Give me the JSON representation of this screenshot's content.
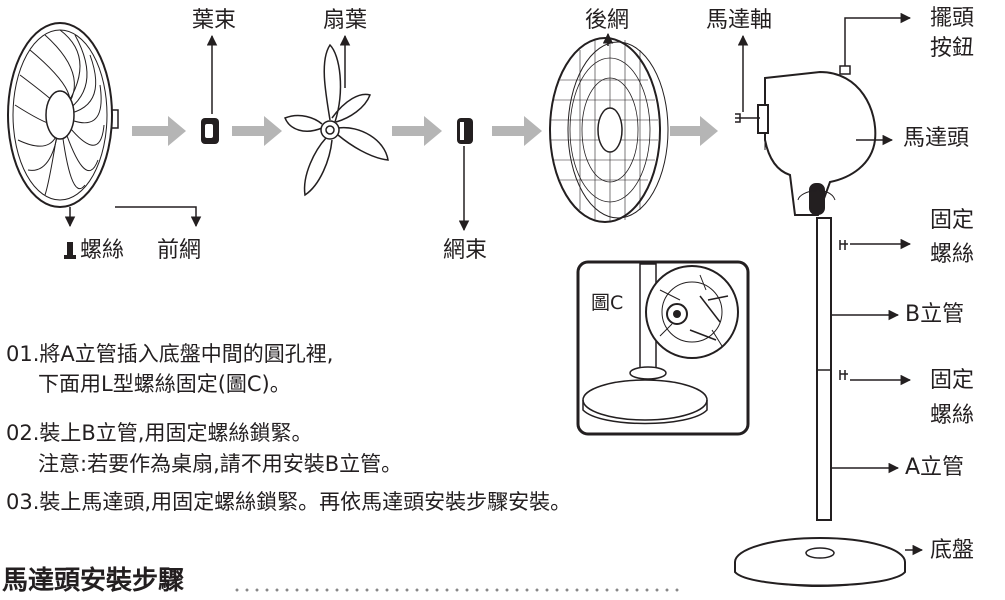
{
  "parts": {
    "leaf_hub": "葉束",
    "blade": "扇葉",
    "rear_grill": "後網",
    "motor_shaft": "馬達軸",
    "oscillation_button_line1": "擺頭",
    "oscillation_button_line2": "按鈕",
    "screw": "螺絲",
    "front_grill": "前網",
    "grill_hub": "網束",
    "motor_head": "馬達頭",
    "fix_screw_upper_line1": "固定",
    "fix_screw_upper_line2": "螺絲",
    "pole_b": "B立管",
    "fix_screw_lower_line1": "固定",
    "fix_screw_lower_line2": "螺絲",
    "pole_a": "A立管",
    "base": "底盤"
  },
  "figure_c_label": "圖C",
  "steps": [
    {
      "line1": "01.將A立管插入底盤中間的圓孔裡,",
      "line2": "下面用L型螺絲固定(圖C)。"
    },
    {
      "line1": "02.裝上B立管,用固定螺絲鎖緊。",
      "line2": "注意:若要作為桌扇,請不用安裝B立管。"
    },
    {
      "line1": "03.裝上馬達頭,用固定螺絲鎖緊。再依馬達頭安裝步驟安裝。"
    }
  ],
  "section_title": "馬達頭安裝步驟",
  "colors": {
    "ink": "#231f20",
    "arrow": "#b5b5b5"
  }
}
